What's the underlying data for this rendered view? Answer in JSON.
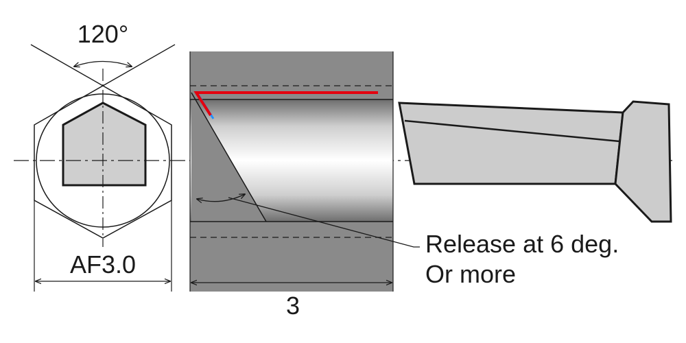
{
  "labels": {
    "angle": "120°",
    "across_flats": "AF3.0",
    "length": "3",
    "note_line1": "Release at 6 deg.",
    "note_line2": "Or more"
  },
  "colors": {
    "line": "#1a1a1a",
    "body_gray": "#8a8a8a",
    "hex_fill": "#cfcfcf",
    "tool_fill": "#cccccc",
    "edge_red": "#e3000f",
    "edge_blue": "#1e90ff"
  }
}
